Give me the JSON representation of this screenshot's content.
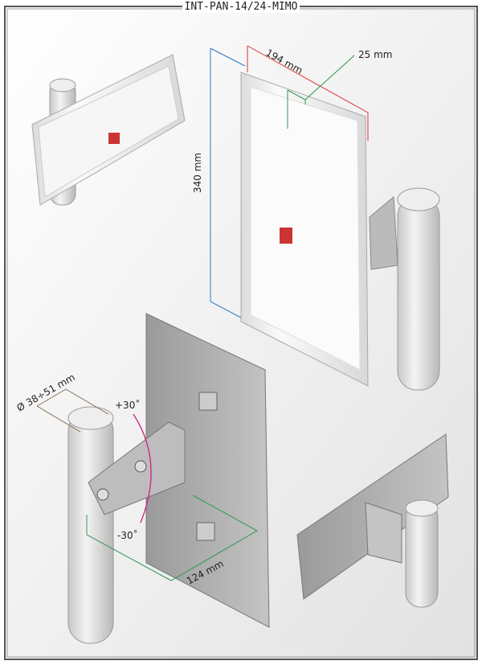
{
  "title": "INT-PAN-14/24-MIMO",
  "dimensions": {
    "width": "194 mm",
    "depth": "25 mm",
    "height": "340 mm",
    "mount_spacing": "124 mm",
    "pole_diameter": "Ø 38÷51 mm",
    "tilt_up": "+30˚",
    "tilt_down": "-30˚"
  },
  "colors": {
    "width_line": "#e03030",
    "depth_line": "#2a9a50",
    "height_line": "#2a7ac8",
    "pole_line": "#8a7050",
    "tilt_arc": "#d0207a"
  }
}
